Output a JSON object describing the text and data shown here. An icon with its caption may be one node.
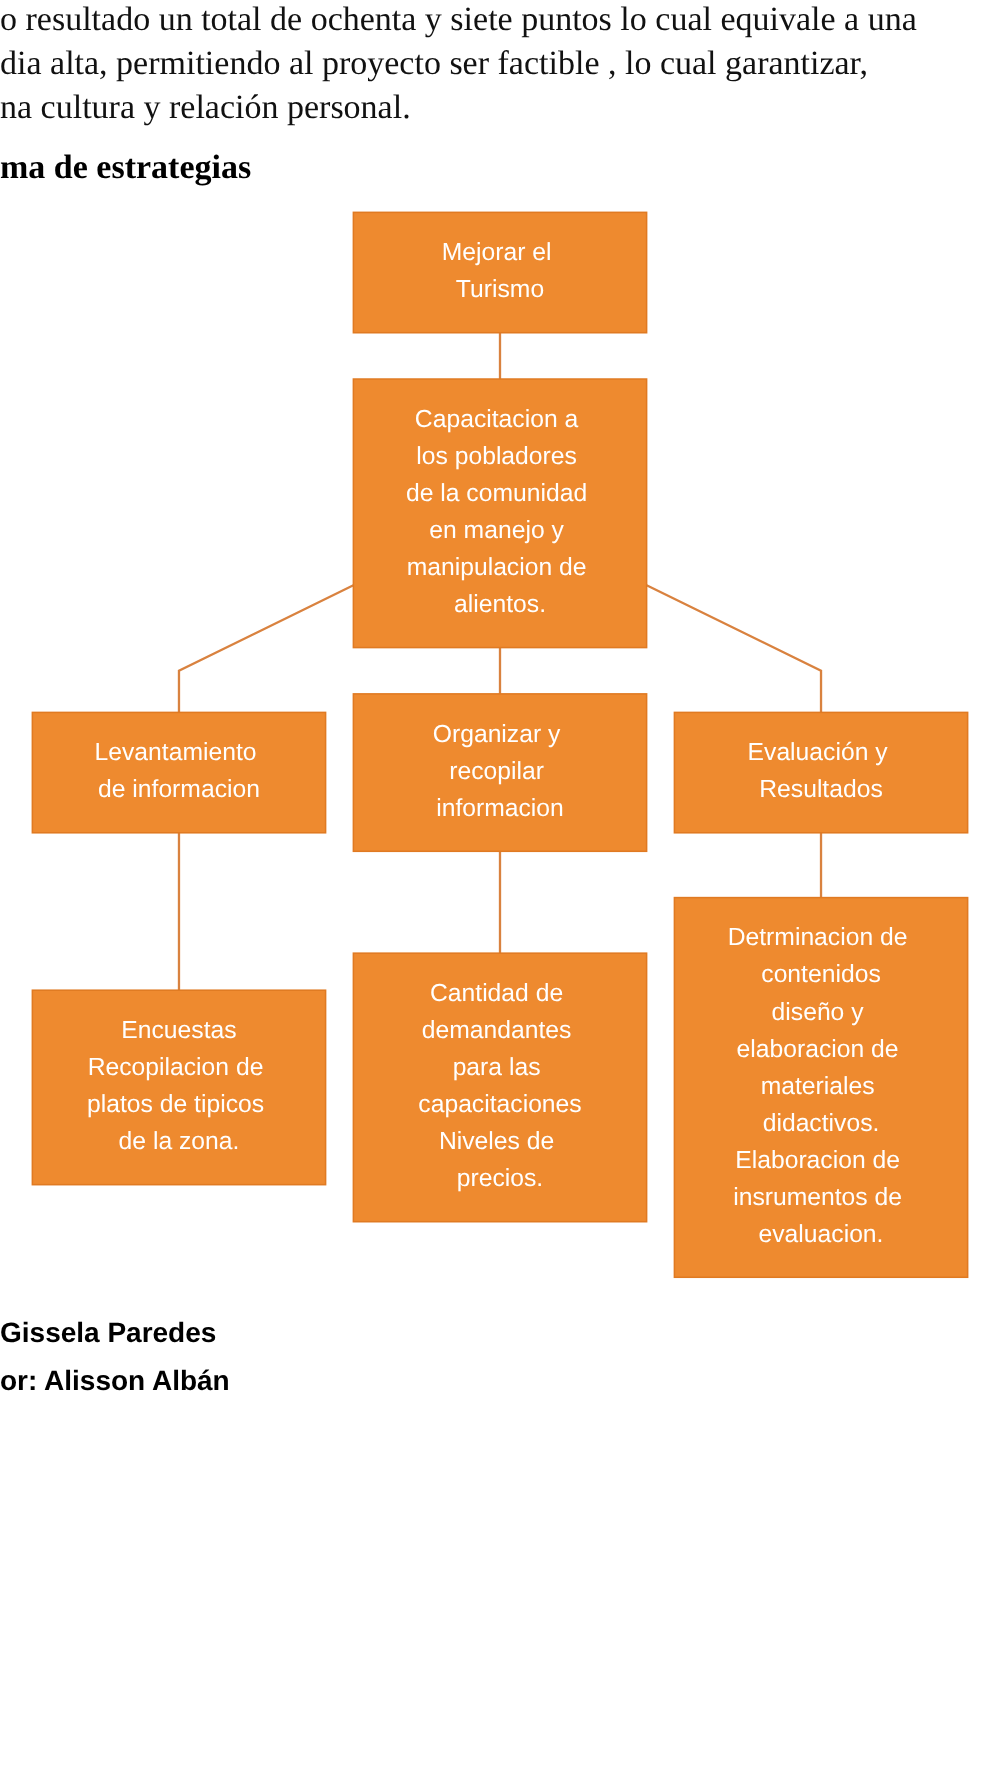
{
  "diagram": {
    "title": "ma de estrategias",
    "nodes": [
      {
        "text": [
          "Mejorar el Turismo"
        ]
      },
      {
        "text": [
          "Capacitacion a los pobladores de la comunidad en manejo y manipulacion de alientos."
        ]
      },
      {
        "text": [
          "Levantamiento de informacion"
        ]
      },
      {
        "text": [
          "Organizar y recopilar informacion"
        ]
      },
      {
        "text": [
          "Evaluación y Resultados"
        ]
      },
      {
        "text": [
          "Encuestas",
          "Recopilacion de platos de tipicos de la zona."
        ]
      },
      {
        "text": [
          "Cantidad de demandantes para las capacitaciones",
          "Niveles de precios."
        ]
      },
      {
        "text": [
          "Detrminacion de contenidos",
          "diseño y elaboracion de materiales didactivos.",
          "Elaboracion de insrumentos de evaluacion."
        ]
      }
    ],
    "edges": [
      {
        "from": 0,
        "to": 1,
        "arrow": "none"
      },
      {
        "from": 1,
        "to": 2,
        "arrow": "none"
      },
      {
        "from": 1,
        "to": 3,
        "arrow": "none"
      },
      {
        "from": 1,
        "to": 4,
        "arrow": "none"
      },
      {
        "from": 2,
        "to": 5,
        "arrow": "none"
      },
      {
        "from": 3,
        "to": 6,
        "arrow": "none"
      },
      {
        "from": 4,
        "to": 7,
        "arrow": "none"
      }
    ],
    "labels": [
      "o resultado un total de ochenta y siete puntos lo cual equivale  a una",
      "dia alta,  permitiendo al  proyecto ser factible , lo cual garantizar,",
      "na cultura  y relación personal.",
      "Gissela Paredes",
      "or: Alisson Albán"
    ]
  }
}
